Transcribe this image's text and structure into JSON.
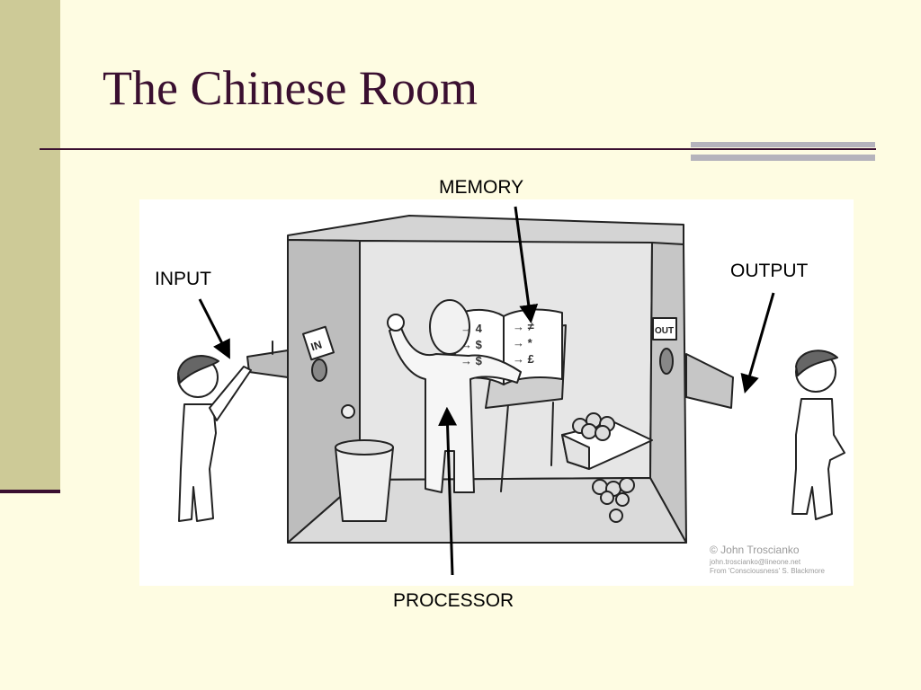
{
  "slide": {
    "title": "The Chinese Room"
  },
  "labels": {
    "memory": "MEMORY",
    "input": "INPUT",
    "output": "OUTPUT",
    "processor": "PROCESSOR"
  },
  "illustration": {
    "sign_in": "IN",
    "sign_out": "OUT",
    "credit": {
      "line1": "© John Troscianko",
      "line2": "john.troscianko@lineone.net",
      "line3": "From 'Consciousness' S. Blackmore"
    }
  },
  "colors": {
    "background": "#FEFCE2",
    "sidebar": "#CDCA97",
    "title": "#3A0F30",
    "accent_gray": "#B5B3BC"
  }
}
